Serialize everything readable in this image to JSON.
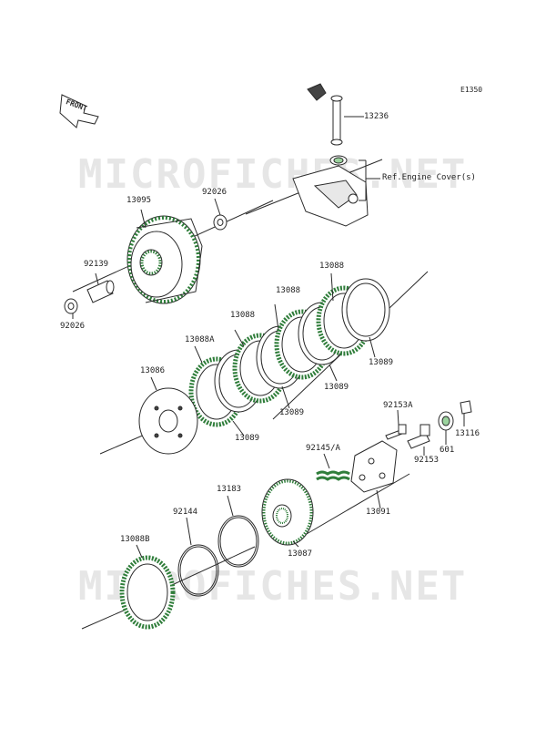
{
  "figure": {
    "code": "E1350",
    "front_label": "FRONT",
    "watermark": "MICROFICHES.NET",
    "ref_label": "Ref.Engine Cover(s)"
  },
  "parts": [
    {
      "id": "13236",
      "label": "13236"
    },
    {
      "id": "13095",
      "label": "13095"
    },
    {
      "id": "92026a",
      "label": "92026"
    },
    {
      "id": "92139",
      "label": "92139"
    },
    {
      "id": "92026b",
      "label": "92026"
    },
    {
      "id": "13088a",
      "label": "13088"
    },
    {
      "id": "13088b",
      "label": "13088"
    },
    {
      "id": "13088c",
      "label": "13088"
    },
    {
      "id": "13088A",
      "label": "13088A"
    },
    {
      "id": "13089a",
      "label": "13089"
    },
    {
      "id": "13089b",
      "label": "13089"
    },
    {
      "id": "13089c",
      "label": "13089"
    },
    {
      "id": "13089d",
      "label": "13089"
    },
    {
      "id": "13086",
      "label": "13086"
    },
    {
      "id": "92153A",
      "label": "92153A"
    },
    {
      "id": "13116",
      "label": "13116"
    },
    {
      "id": "92145A",
      "label": "92145/A"
    },
    {
      "id": "601",
      "label": "601"
    },
    {
      "id": "92153",
      "label": "92153"
    },
    {
      "id": "13091",
      "label": "13091"
    },
    {
      "id": "13183",
      "label": "13183"
    },
    {
      "id": "92144",
      "label": "92144"
    },
    {
      "id": "13087",
      "label": "13087"
    },
    {
      "id": "13088B",
      "label": "13088B"
    }
  ]
}
